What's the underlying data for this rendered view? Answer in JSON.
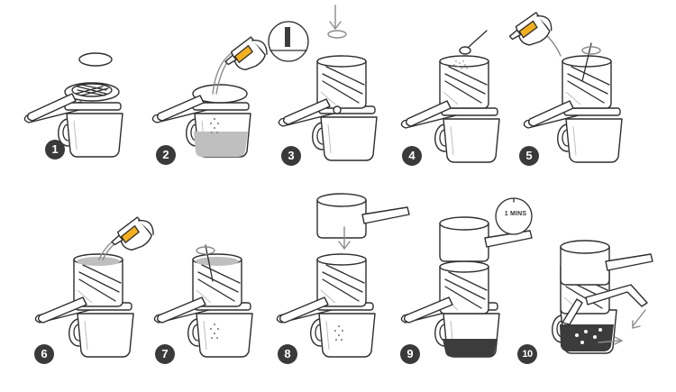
{
  "steps": [
    {
      "number": "1"
    },
    {
      "number": "2"
    },
    {
      "number": "3"
    },
    {
      "number": "4"
    },
    {
      "number": "5"
    },
    {
      "number": "6"
    },
    {
      "number": "7"
    },
    {
      "number": "8"
    },
    {
      "number": "9"
    },
    {
      "number": "10"
    }
  ],
  "timer": {
    "label": "1 MINS"
  },
  "colors": {
    "outline": "#2e2e2e",
    "accent_yellow": "#f2b01e",
    "liquid": "#bfbfbf",
    "badge": "#3a3a3a"
  }
}
